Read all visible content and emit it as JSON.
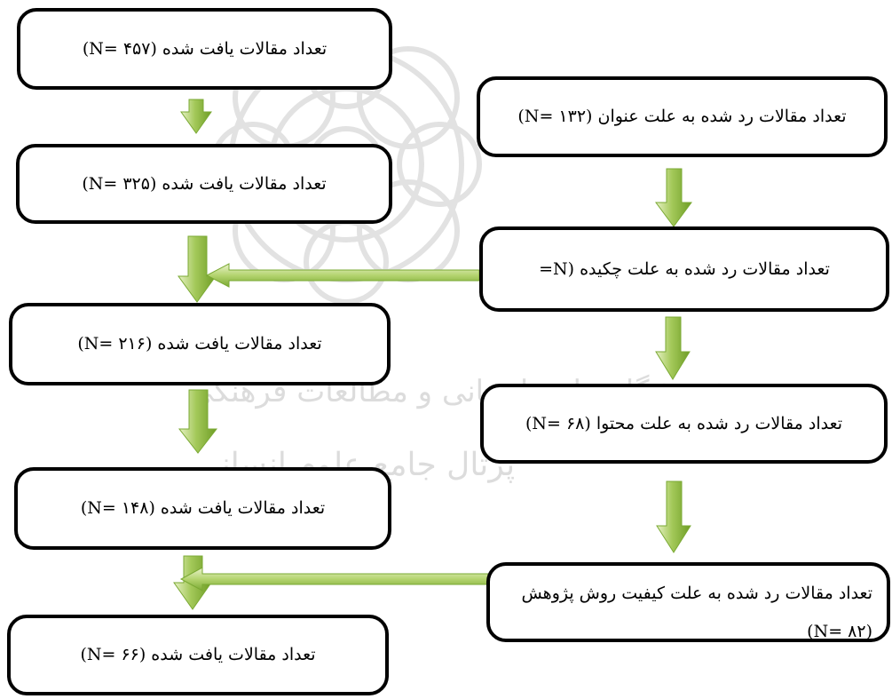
{
  "colors": {
    "arrow_fill_light": "#d7e8a5",
    "arrow_fill_dark": "#76a52d",
    "box_border": "#000000",
    "watermark": "#dcdcdc"
  },
  "watermark": {
    "line1": "پژوهشگاه علوم انسانی و مطالعات فرهنگی",
    "line2": "پرتال جامع علوم انسانی"
  },
  "left_boxes": [
    {
      "label": "تعداد مقالات یافت شده (N= ۴۵۷)"
    },
    {
      "label": "تعداد مقالات یافت شده (N= ۳۲۵)"
    },
    {
      "label": "تعداد مقالات یافت شده (N= ۲۱۶)"
    },
    {
      "label": "تعداد مقالات یافت شده (N= ۱۴۸)"
    },
    {
      "label": "تعداد مقالات یافت شده (N= ۶۶)"
    }
  ],
  "right_boxes": [
    {
      "label": "تعداد مقالات رد شده به علت عنوان (N= ۱۳۲)"
    },
    {
      "label": "تعداد مقالات رد شده به علت چکیده (N="
    },
    {
      "label": "تعداد مقالات رد شده به علت محتوا (N= ۶۸)"
    },
    {
      "label": "تعداد مقالات رد شده به علت کیفیت روش پژوهش",
      "label_cut": "(N= ۸۲)"
    }
  ]
}
